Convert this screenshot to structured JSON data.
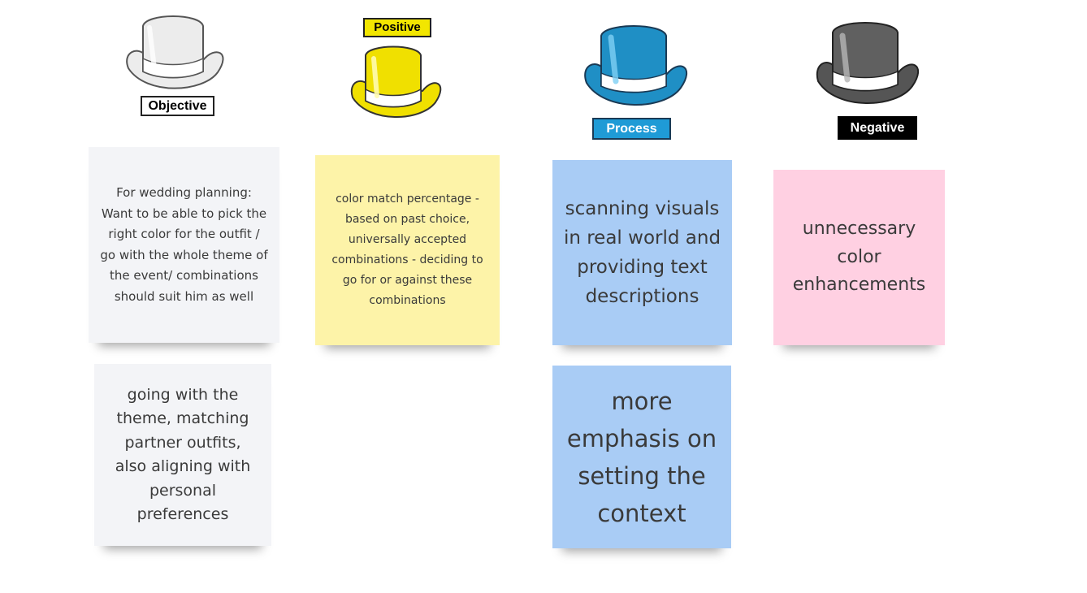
{
  "hats": [
    {
      "label": "Objective",
      "color": "#ececec",
      "band": "#ffffff",
      "label_bg": "#ffffff",
      "label_fg": "#000000"
    },
    {
      "label": "Positive",
      "color": "#f0e000",
      "band": "#ffffff",
      "label_bg": "#f2e600",
      "label_fg": "#000000"
    },
    {
      "label": "Process",
      "color": "#1f8fc5",
      "band": "#ffffff",
      "label_bg": "#1f9bd6",
      "label_fg": "#ffffff"
    },
    {
      "label": "Negative",
      "color": "#555555",
      "band": "#ffffff",
      "label_bg": "#000000",
      "label_fg": "#ffffff"
    }
  ],
  "notes": [
    {
      "text": "For wedding planning: Want to be able to pick the right color for the outfit / go with the whole theme of the event/ combinations should suit him as well",
      "color": "#f3f4f7"
    },
    {
      "text": "going with the theme, matching partner outfits, also aligning with personal preferences",
      "color": "#f3f4f7"
    },
    {
      "text": "color match percentage - based on past choice, universally accepted combinations - deciding to go for or against these combinations",
      "color": "#fdf3a8"
    },
    {
      "text": "scanning visuals in real world and providing text descriptions",
      "color": "#a9ccf5"
    },
    {
      "text": "more emphasis on setting the context",
      "color": "#a9ccf5"
    },
    {
      "text": "unnecessary color enhancements",
      "color": "#ffd0e2"
    }
  ]
}
